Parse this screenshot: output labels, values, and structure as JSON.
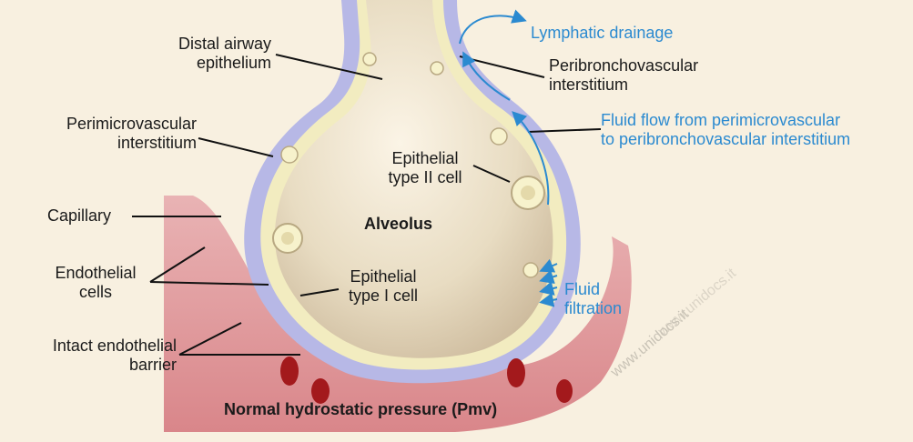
{
  "labels": {
    "distal_airway_epithelium": [
      "Distal airway",
      "epithelium"
    ],
    "perimicrovascular_interstitium": [
      "Perimicrovascular",
      "interstitium"
    ],
    "capillary": "Capillary",
    "endothelial_cells": [
      "Endothelial",
      "cells"
    ],
    "intact_endothelial_barrier": [
      "Intact endothelial",
      "barrier"
    ],
    "lymphatic_drainage": "Lymphatic drainage",
    "peribronchovascular_interstitium": [
      "Peribronchovascular",
      "interstitium"
    ],
    "fluid_flow": [
      "Fluid flow from perimicrovascular",
      "to peribronchovascular interstitium"
    ],
    "epithelial_type_ii_cell": [
      "Epithelial",
      "type II cell"
    ],
    "alveolus": "Alveolus",
    "epithelial_type_i_cell": [
      "Epithelial",
      "type I cell"
    ],
    "fluid_filtration": [
      "Fluid",
      "filtration"
    ],
    "caption": "Normal hydrostatic pressure (Pmv)"
  },
  "watermark": "www.unidocs.it",
  "colors": {
    "background": "#f8f0e0",
    "interstitium": "#b7b8e6",
    "epithelium": "#f2ecc0",
    "alveolus_light": "#fbf4e6",
    "alveolus_dark": "#cbb89a",
    "capillary": "#d9868a",
    "red_cell": "#a3191c",
    "annotation_blue": "#2b8ad0"
  }
}
